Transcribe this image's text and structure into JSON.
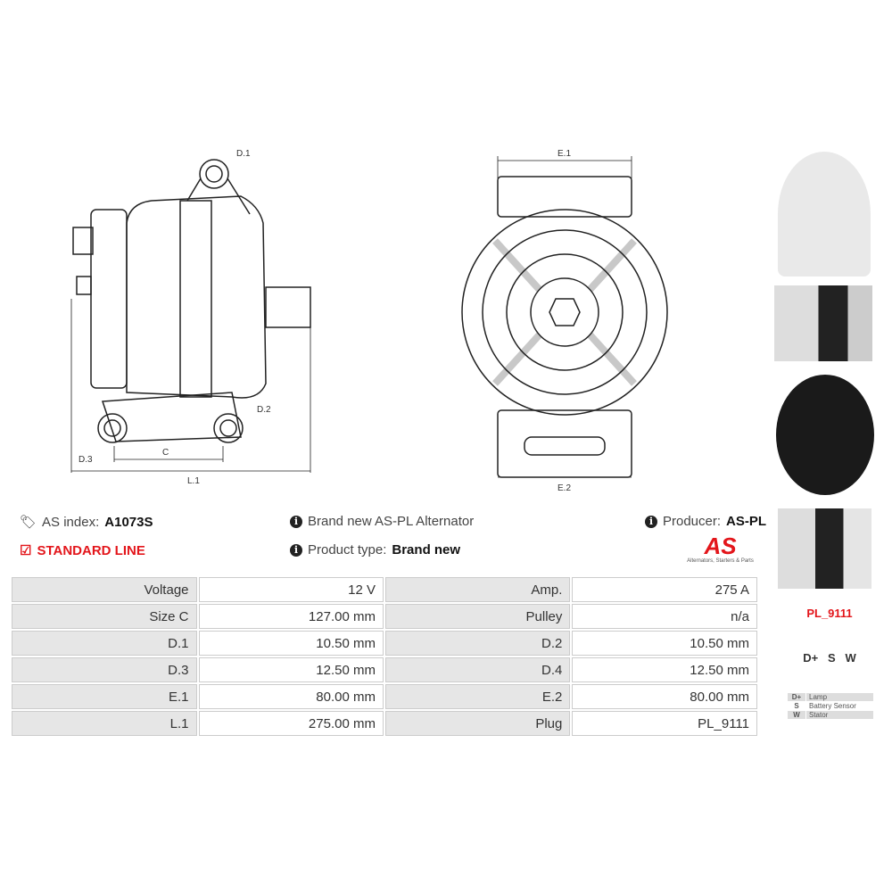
{
  "drawing": {
    "labels": {
      "d1": "D.1",
      "d2": "D.2",
      "d3": "D.3",
      "c": "C",
      "l1": "L.1",
      "e1": "E.1",
      "e2": "E.2"
    }
  },
  "info": {
    "as_index_label": "AS index:",
    "as_index_value": "A1073S",
    "standard_line": "STANDARD LINE",
    "description": "Brand new AS-PL Alternator",
    "product_type_label": "Product type:",
    "product_type_value": "Brand new",
    "producer_label": "Producer:",
    "producer_value": "AS-PL",
    "logo_text": "AS",
    "logo_tagline": "Alternators, Starters & Parts"
  },
  "specs": [
    [
      "Voltage",
      "12 V",
      "Amp.",
      "275 A"
    ],
    [
      "Size C",
      "127.00 mm",
      "Pulley",
      "n/a"
    ],
    [
      "D.1",
      "10.50 mm",
      "D.2",
      "10.50 mm"
    ],
    [
      "D.3",
      "12.50 mm",
      "D.4",
      "12.50 mm"
    ],
    [
      "E.1",
      "80.00 mm",
      "E.2",
      "80.00 mm"
    ],
    [
      "L.1",
      "275.00 mm",
      "Plug",
      "PL_9111"
    ]
  ],
  "plug": {
    "code": "PL_9111",
    "terminals": "D+   S   W",
    "pins": [
      [
        "D+",
        "Lamp"
      ],
      [
        "S",
        "Battery Sensor"
      ],
      [
        "W",
        "Stator"
      ],
      [
        "",
        ""
      ]
    ]
  },
  "colors": {
    "accent": "#e3161b"
  }
}
